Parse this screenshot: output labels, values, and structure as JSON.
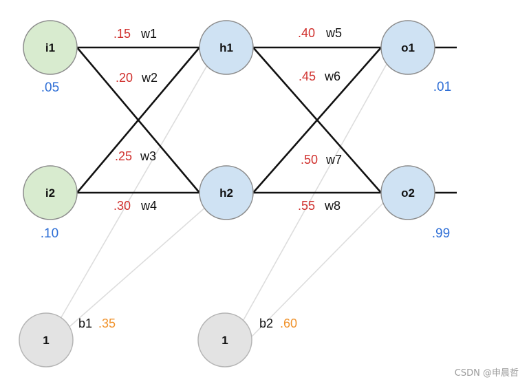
{
  "colors": {
    "input_fill": "#d8ebcf",
    "hidden_fill": "#cfe2f3",
    "output_fill": "#cfe2f3",
    "bias_fill": "#e3e3e3",
    "weight_value": "#d0302d",
    "io_value": "#2f6fd6",
    "bias_value": "#f0922b",
    "edge": "#111111",
    "bias_edge": "#dddddd"
  },
  "nodes": {
    "i1": {
      "label": "i1",
      "value": ".05"
    },
    "i2": {
      "label": "i2",
      "value": ".10"
    },
    "h1": {
      "label": "h1"
    },
    "h2": {
      "label": "h2"
    },
    "o1": {
      "label": "o1",
      "value": ".01"
    },
    "o2": {
      "label": "o2",
      "value": ".99"
    },
    "b1": {
      "label": "1",
      "name": "b1",
      "value": ".35"
    },
    "b2": {
      "label": "1",
      "name": "b2",
      "value": ".60"
    }
  },
  "weights": {
    "w1": {
      "value": ".15",
      "name": "w1"
    },
    "w2": {
      "value": ".20",
      "name": "w2"
    },
    "w3": {
      "value": ".25",
      "name": "w3"
    },
    "w4": {
      "value": ".30",
      "name": "w4"
    },
    "w5": {
      "value": ".40",
      "name": "w5"
    },
    "w6": {
      "value": ".45",
      "name": "w6"
    },
    "w7": {
      "value": ".50",
      "name": "w7"
    },
    "w8": {
      "value": ".55",
      "name": "w8"
    }
  },
  "watermark": "CSDN @申晨哲"
}
